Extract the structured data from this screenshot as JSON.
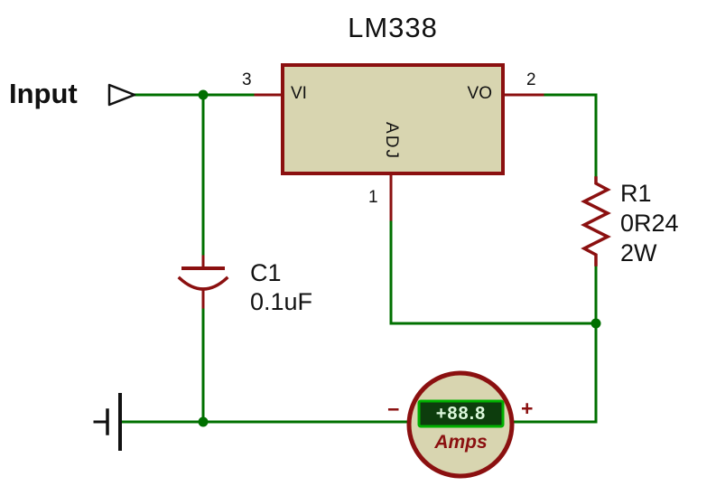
{
  "schematic": {
    "title": "LM338",
    "input_label": "Input",
    "ic": {
      "pin_names": {
        "vi": "VI",
        "vo": "VO",
        "adj": "ADJ"
      },
      "pin_numbers": {
        "vi": "3",
        "vo": "2",
        "adj": "1"
      }
    },
    "c1": {
      "ref": "C1",
      "value": "0.1uF"
    },
    "r1": {
      "ref": "R1",
      "value": "0R24",
      "rating": "2W"
    },
    "meter": {
      "reading": "+88.8",
      "unit": "Amps",
      "neg_terminal": "−",
      "pos_terminal": "+"
    }
  },
  "colors": {
    "wire": "#007000",
    "comp": "#8b1010",
    "fill": "#d8d5b0",
    "ink": "#111111",
    "dispbg": "#0d3d0d",
    "dispborder": "#00b000",
    "disptext": "#dcf8dc"
  }
}
